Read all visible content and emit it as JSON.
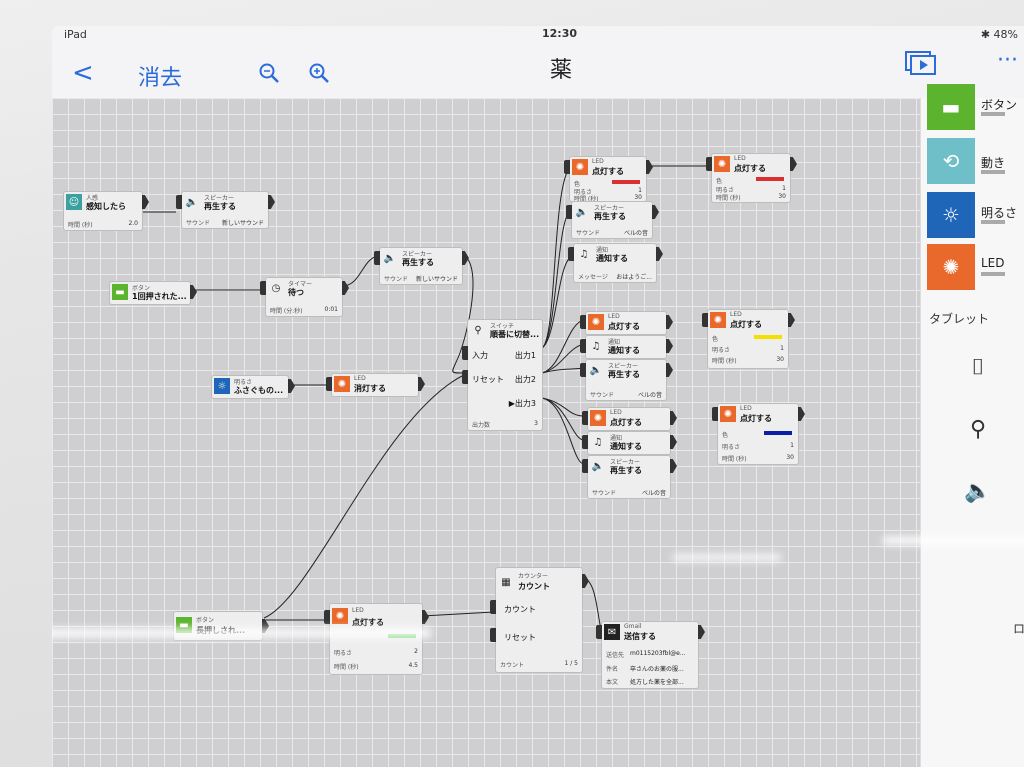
{
  "status": {
    "device": "iPad",
    "time": "12:30",
    "battery": "48%"
  },
  "nav": {
    "back": "<",
    "erase": "消去",
    "title": "薬"
  },
  "blocks": {
    "b1": {
      "cat": "人感",
      "act": "感知したら",
      "p1": "時間 (秒)",
      "v1": "2.0"
    },
    "b2": {
      "cat": "スピーカー",
      "act": "再生する",
      "p1": "サウンド",
      "v1": "新しいサウンド"
    },
    "b3": {
      "cat": "ボタン",
      "act": "1回押された..."
    },
    "b4": {
      "cat": "タイマー",
      "act": "待つ",
      "p1": "時間 (分:秒)",
      "v1": "0:01"
    },
    "b5": {
      "cat": "スピーカー",
      "act": "再生する",
      "p1": "サウンド",
      "v1": "新しいサウンド"
    },
    "b6": {
      "cat": "明るさ",
      "act": "ふさぐもの..."
    },
    "b7": {
      "cat": "LED",
      "act": "消灯する"
    },
    "sw": {
      "cat": "スイッチ",
      "act": "順番に切替...",
      "in1": "入力",
      "in2": "リセット",
      "o1": "出力1",
      "o2": "出力2",
      "o3": "▶出力3",
      "p": "出力数",
      "v": "3"
    },
    "l1": {
      "cat": "LED",
      "act": "点灯する",
      "p1": "色",
      "p2": "明るさ",
      "v2": "1",
      "p3": "時間 (秒)",
      "v3": "30"
    },
    "l1b": {
      "cat": "LED",
      "act": "点灯する",
      "p1": "色",
      "p2": "明るさ",
      "v2": "1",
      "p3": "時間 (秒)",
      "v3": "30"
    },
    "s1": {
      "cat": "スピーカー",
      "act": "再生する",
      "p1": "サウンド",
      "v1": "ベルの音"
    },
    "n1": {
      "cat": "通知",
      "act": "通知する",
      "p1": "メッセージ",
      "v1": "おはようご..."
    },
    "l2": {
      "cat": "LED",
      "act": "点灯する"
    },
    "n2": {
      "cat": "通知",
      "act": "通知する"
    },
    "s2": {
      "cat": "スピーカー",
      "act": "再生する",
      "p1": "サウンド",
      "v1": "ベルの音"
    },
    "l2b": {
      "cat": "LED",
      "act": "点灯する",
      "p1": "色",
      "p2": "明るさ",
      "v2": "1",
      "p3": "時間 (秒)",
      "v3": "30"
    },
    "l3": {
      "cat": "LED",
      "act": "点灯する"
    },
    "n3": {
      "cat": "通知",
      "act": "通知する"
    },
    "s3": {
      "cat": "スピーカー",
      "act": "再生する",
      "p1": "サウンド",
      "v1": "ベルの音"
    },
    "l3b": {
      "cat": "LED",
      "act": "点灯する",
      "p1": "色",
      "p2": "明るさ",
      "v2": "1",
      "p3": "時間 (秒)",
      "v3": "30"
    },
    "btn": {
      "cat": "ボタン",
      "act": "長押しされ..."
    },
    "led": {
      "cat": "LED",
      "act": "点灯する",
      "p2": "明るさ",
      "v2": "2",
      "p3": "時間 (秒)",
      "v3": "4.5"
    },
    "cnt": {
      "cat": "カウンター",
      "act": "カウント",
      "in1": "カウント",
      "in2": "リセット",
      "p": "カウント",
      "v": "1 / 5"
    },
    "gm": {
      "cat": "Gmail",
      "act": "送信する",
      "p1": "送信先",
      "v1": "m0115203fbl@e...",
      "p2": "件名",
      "v2": "卒さんのお薬の服...",
      "p3": "本文",
      "v3": "処方した薬を全部..."
    }
  },
  "sidebar": {
    "items": [
      {
        "label": "ボタン"
      },
      {
        "label": "動き"
      },
      {
        "label": "明るさ"
      },
      {
        "label": "LED"
      }
    ],
    "section1": "タブレット",
    "section2": "ロ"
  },
  "colors": {
    "accent": "#2b6cd9",
    "green": "#5cb42e",
    "orange": "#e8692b",
    "blue": "#1f66b8",
    "red": "#d93030",
    "yellow": "#f2e000",
    "navy": "#0a1ea8"
  }
}
